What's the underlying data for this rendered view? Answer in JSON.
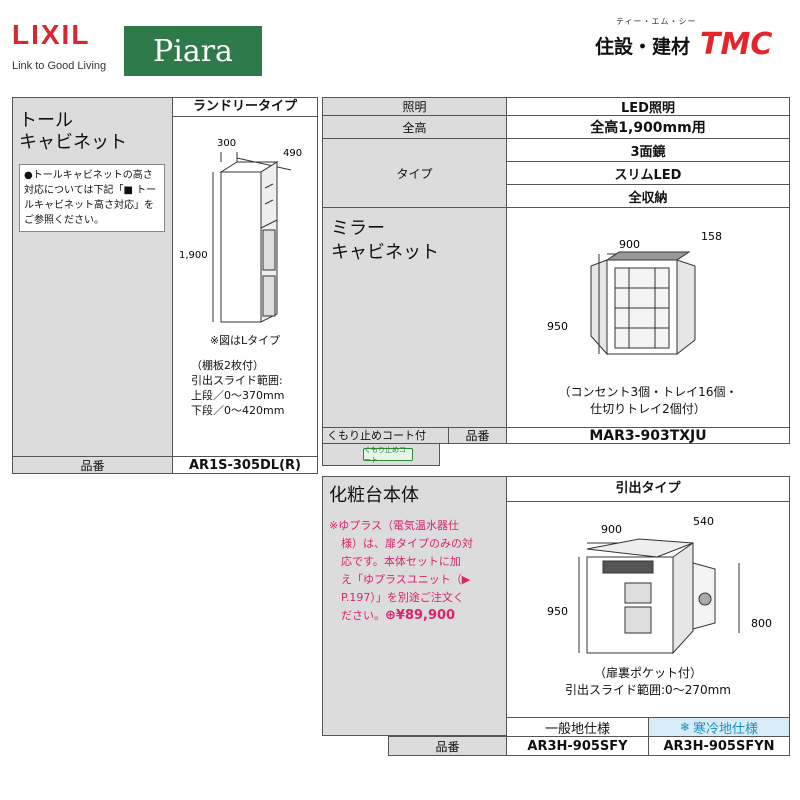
{
  "header": {
    "brand": "LIXIL",
    "tagline": "Link to Good Living",
    "series": "Piara",
    "shop_ruby": "ティー・エム・シー",
    "shop_name": "住設・建材",
    "shop_logo": "TMC",
    "colors": {
      "lixil_red": "#d7282f",
      "piara_green": "#2f7a4a",
      "tmc_red": "#e5242b"
    }
  },
  "tall_cabinet": {
    "title_line1": "トール",
    "title_line2": "キャビネット",
    "note": "●トールキャビネットの高さ対応については下記「■ トールキャビネット高さ対応」をご参照ください。",
    "type_label": "ランドリータイプ",
    "dims": {
      "depth": "300",
      "width": "490",
      "height": "1,900"
    },
    "fig_note": "※図はLタイプ",
    "spec_line1": "（棚板2枚付）",
    "spec_line2": "引出スライド範囲:",
    "spec_line3": "上段／0～370mm",
    "spec_line4": "下段／0～420mm",
    "part_label": "品番",
    "part_no": "AR1S-305DL(R)"
  },
  "mirror": {
    "row_light_label": "照明",
    "row_light_value": "LED照明",
    "row_height_label": "全高",
    "row_height_value": "全高1,900mm用",
    "row_type_label": "タイプ",
    "type_values": [
      "3面鏡",
      "スリムLED",
      "全収納"
    ],
    "title_line1": "ミラー",
    "title_line2": "キャビネット",
    "dims": {
      "width": "900",
      "depth": "158",
      "height": "950"
    },
    "spec_line1": "（コンセント3個・トレイ16個・",
    "spec_line2": "仕切りトレイ2個付）",
    "coat_label": "くもり止めコート付",
    "coat_badge": "くもり止めコート",
    "part_label": "品番",
    "part_no": "MAR3-903TXJU"
  },
  "vanity": {
    "title": "化粧台本体",
    "type_label": "引出タイプ",
    "note_lines": [
      "※ゆプラス（電気温水器仕",
      "様）は、扉タイプのみの対",
      "応です。本体セットに加",
      "え「ゆプラスユニット（▶",
      "P.197）」を別途ご注文く"
    ],
    "note_last": "ださい。",
    "note_price": "⊕¥89,900",
    "dims": {
      "width": "900",
      "depth": "540",
      "height": "950",
      "height2": "800"
    },
    "spec_line1": "（扉裏ポケット付）",
    "spec_line2": "引出スライド範囲:0～270mm",
    "col_general": "一般地仕様",
    "col_cold": "寒冷地仕様",
    "part_label": "品番",
    "part_general": "AR3H-905SFY",
    "part_cold": "AR3H-905SFYN",
    "colors": {
      "note_pink": "#d6246e",
      "cold_blue": "#1b8fc9",
      "cold_bg": "#d7ecf7"
    }
  }
}
